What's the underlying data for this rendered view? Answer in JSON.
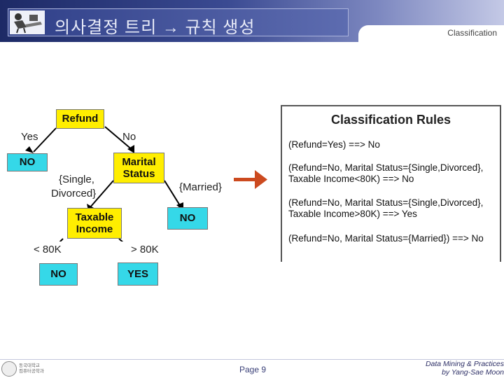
{
  "header": {
    "title": "의사결정 트리 → 규칙 생성",
    "section": "Classification"
  },
  "tree": {
    "nodes": {
      "refund": "Refund",
      "marital_line1": "Marital",
      "marital_line2": "Status",
      "taxable_line1": "Taxable",
      "taxable_line2": "Income",
      "leaf_no_1": "NO",
      "leaf_no_2": "NO",
      "leaf_no_3": "NO",
      "leaf_yes": "YES"
    },
    "edges": {
      "yes": "Yes",
      "no": "No",
      "single_line1": "{Single,",
      "single_line2": "Divorced}",
      "married": "{Married}",
      "lt80k": "< 80K",
      "gt80k": "> 80K"
    },
    "colors": {
      "node": "#ffee00",
      "leaf": "#35d8e8",
      "arrow": "#cc4a1f"
    }
  },
  "rules": {
    "title": "Classification Rules",
    "r1": "(Refund=Yes) ==> No",
    "r2_line1": "(Refund=No, Marital Status={Single,Divorced},",
    "r2_line2": "Taxable Income<80K) ==> No",
    "r3_line1": "(Refund=No, Marital Status={Single,Divorced},",
    "r3_line2": "Taxable Income>80K) ==> Yes",
    "r4": "(Refund=No, Marital Status={Married}) ==> No"
  },
  "footer": {
    "logo_line1": "동국대학교",
    "logo_line2": "컴퓨터공학과",
    "page": "Page 9",
    "credit_line1": "Data Mining & Practices",
    "credit_line2": "by Yang-Sae Moon"
  }
}
